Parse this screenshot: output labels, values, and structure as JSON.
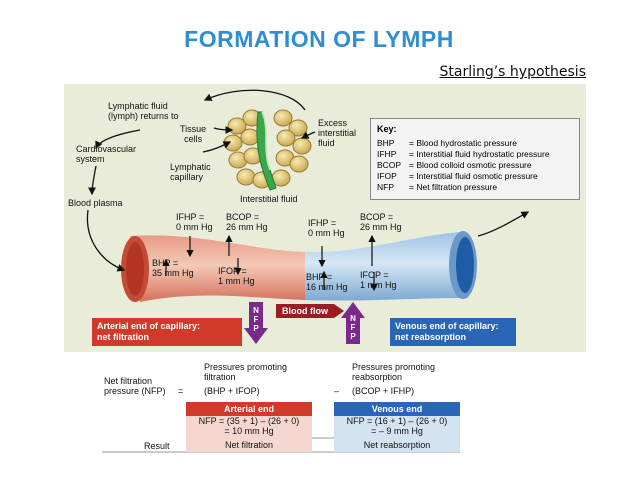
{
  "title": "FORMATION OF LYMPH",
  "subtitle": "Starling’s hypothesis",
  "diagram": {
    "lymphatic_return": "Lymphatic fluid\n(lymph) returns to",
    "cardiovascular": "Cardiovascular\nsystem",
    "blood_plasma": "Blood plasma",
    "tissue_cells": "Tissue\ncells",
    "lymphatic_capillary": "Lymphatic\ncapillary",
    "excess_fluid": "Excess\ninterstitial\nfluid",
    "interstitial_fluid": "Interstitial fluid",
    "arterial_ifhp": "IFHP =\n0 mm Hg",
    "arterial_bcop": "BCOP =\n26 mm Hg",
    "arterial_bhp": "BHP =\n35 mm Hg",
    "arterial_ifop": "IFOP =\n1 mm Hg",
    "venous_ifhp": "IFHP =\n0 mm Hg",
    "venous_bcop": "BCOP =\n26 mm Hg",
    "venous_bhp": "BHP =\n16 mm Hg",
    "venous_ifop": "IFOP =\n1 mm Hg",
    "blood_flow": "Blood flow",
    "nfp_letters": "N\nF\nP",
    "arterial_end_label": "Arterial end of capillary:\nnet filtration",
    "venous_end_label": "Venous end of capillary:\nnet reabsorption"
  },
  "key": {
    "title": "Key:",
    "items": [
      {
        "abbr": "BHP",
        "desc": "= Blood hydrostatic pressure"
      },
      {
        "abbr": "IFHP",
        "desc": "= Interstitial fluid hydrostatic pressure"
      },
      {
        "abbr": "BCOP",
        "desc": "= Blood colloid osmotic pressure"
      },
      {
        "abbr": "IFOP",
        "desc": "= Interstitial fluid osmotic pressure"
      },
      {
        "abbr": "NFP",
        "desc": "= Net filtration pressure"
      }
    ]
  },
  "table": {
    "nfp_label": "Net filtration\npressure (NFP)",
    "equals": "=",
    "filtration_heading": "Pressures promoting\nfiltration",
    "filtration_formula": "(BHP + IFOP)",
    "minus": "–",
    "reabsorption_heading": "Pressures promoting\nreabsorption",
    "reabsorption_formula": "(BCOP + IFHP)",
    "arterial_header": "Arterial end",
    "venous_header": "Venous end",
    "arterial_calc": "NFP = (35 + 1) – (26 + 0)\n= 10 mm Hg",
    "venous_calc": "NFP = (16 + 1) – (26 + 0)\n= – 9 mm Hg",
    "result_label": "Result",
    "arterial_result": "Net filtration",
    "venous_result": "Net reabsorption"
  },
  "colors": {
    "title": "#2e8ecf",
    "panel": "#e8ecd9",
    "arterial": "#cf3a2a",
    "venous": "#2a66b8",
    "nfp_arrow": "#7a2a8c",
    "blood_flow_tag": "#9b1c22"
  }
}
